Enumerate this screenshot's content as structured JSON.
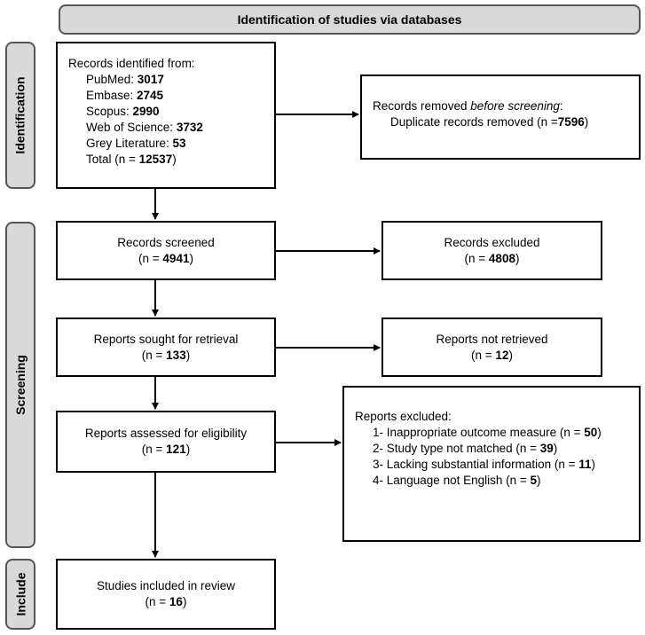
{
  "header": "Identification of studies via databases",
  "phases": {
    "identification": "Identification",
    "screening": "Screening",
    "include": "Include"
  },
  "identified": {
    "title": "Records identified from:",
    "sources": [
      {
        "label": "PubMed: ",
        "value": "3017"
      },
      {
        "label": "Embase: ",
        "value": "2745"
      },
      {
        "label": "Scopus: ",
        "value": "2990"
      },
      {
        "label": "Web of Science: ",
        "value": "3732"
      },
      {
        "label": "Grey Literature: ",
        "value": "53"
      }
    ],
    "total_prefix": "Total (n = ",
    "total_value": "12537",
    "total_suffix": ")"
  },
  "removed": {
    "title_prefix": "Records removed ",
    "title_emph": "before screening",
    "title_suffix": ":",
    "line_prefix": "Duplicate records removed (n =",
    "line_value": "7596",
    "line_suffix": ")"
  },
  "screened": {
    "title": "Records screened",
    "prefix": "(n = ",
    "value": "4941",
    "suffix": ")"
  },
  "excluded": {
    "title": "Records excluded",
    "prefix": "(n = ",
    "value": "4808",
    "suffix": ")"
  },
  "sought": {
    "title": "Reports sought for retrieval",
    "prefix": "(n = ",
    "value": "133",
    "suffix": ")"
  },
  "not_retrieved": {
    "title": "Reports not retrieved",
    "prefix": "(n = ",
    "value": "12",
    "suffix": ")"
  },
  "assessed": {
    "title": "Reports assessed for eligibility",
    "prefix": "(n = ",
    "value": "121",
    "suffix": ")"
  },
  "reports_excluded": {
    "title": "Reports excluded:",
    "reasons": [
      {
        "label": "1- Inappropriate outcome measure (n = ",
        "value": "50",
        "suffix": ")"
      },
      {
        "label": "2- Study type not matched (n = ",
        "value": "39",
        "suffix": ")"
      },
      {
        "label": "3- Lacking substantial information (n = ",
        "value": "11",
        "suffix": ")"
      },
      {
        "label": "4- Language not English (n = ",
        "value": "5",
        "suffix": ")"
      }
    ]
  },
  "included": {
    "title": "Studies included in review",
    "prefix": "(n = ",
    "value": "16",
    "suffix": ")"
  }
}
